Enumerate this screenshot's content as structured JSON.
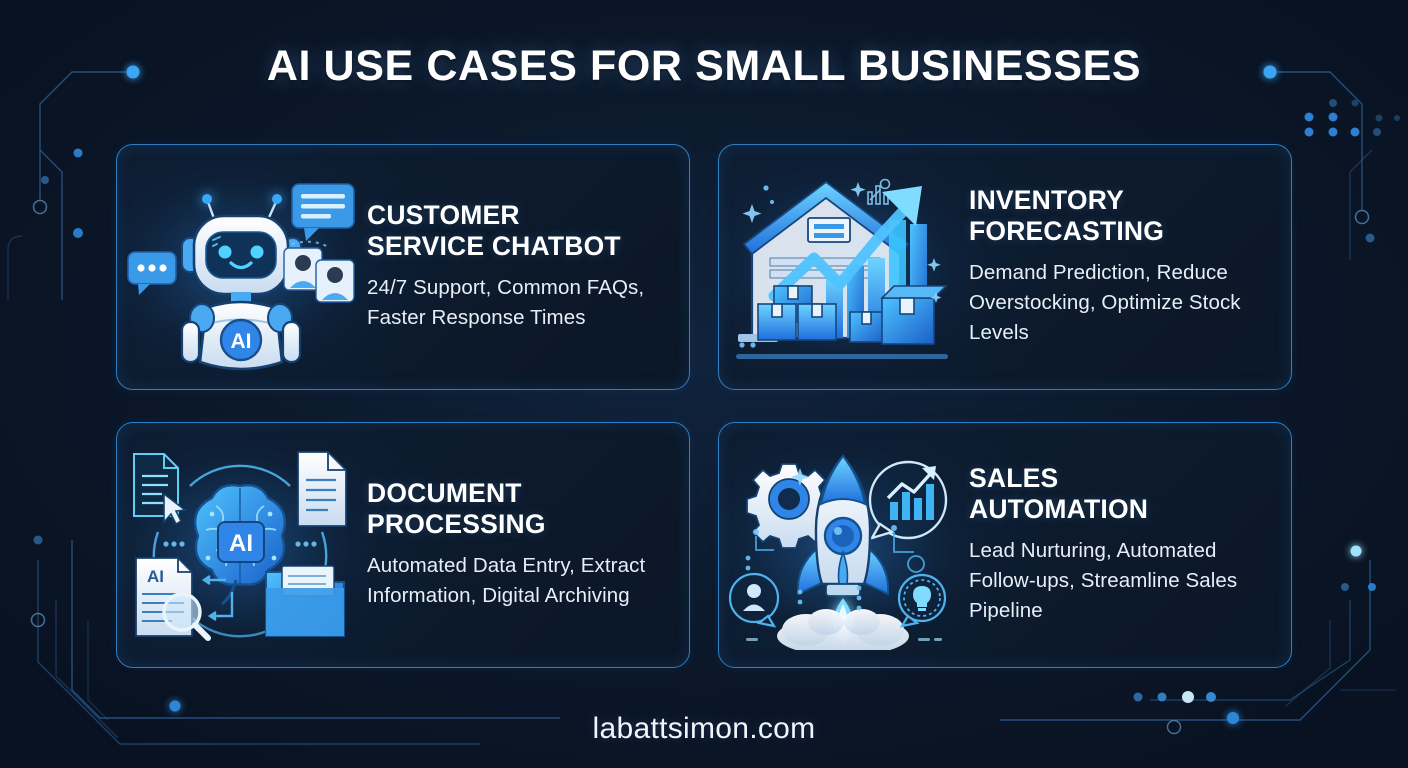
{
  "header": {
    "title": "AI USE CASES FOR SMALL BUSINESSES"
  },
  "cards": [
    {
      "title_line1": "CUSTOMER",
      "title_line2": "SERVICE CHATBOT",
      "description": "24/7 Support, Common FAQs, Faster Response Times",
      "illustration": "chatbot-robot-illustration",
      "badge_text": "AI"
    },
    {
      "title_line1": "INVENTORY",
      "title_line2": "FORECASTING",
      "description": "Demand Prediction, Reduce Overstocking, Optimize Stock Levels",
      "illustration": "warehouse-growth-chart-illustration",
      "badge_text": ""
    },
    {
      "title_line1": "DOCUMENT",
      "title_line2": "PROCESSING",
      "description": "Automated Data Entry, Extract Information, Digital Archiving",
      "illustration": "ai-brain-documents-illustration",
      "badge_text": "AI"
    },
    {
      "title_line1": "SALES",
      "title_line2": "AUTOMATION",
      "description": "Lead Nurturing, Automated Follow-ups, Streamline Sales Pipeline",
      "illustration": "rocket-launch-illustration",
      "badge_text": ""
    }
  ],
  "footer": {
    "website": "labattsimon.com"
  },
  "colors": {
    "background": "#0c1a2d",
    "card_border": "#2f7fc4",
    "accent_blue": "#2f9ff0",
    "bright_cyan": "#57d4ff",
    "text_primary": "#ffffff",
    "text_secondary": "#e8eef8",
    "circuit_line": "#2b5a8c"
  },
  "decorations": {
    "circuit_traces": "circuit-trace-decoration",
    "node_dots": "glowing-node-dots"
  }
}
